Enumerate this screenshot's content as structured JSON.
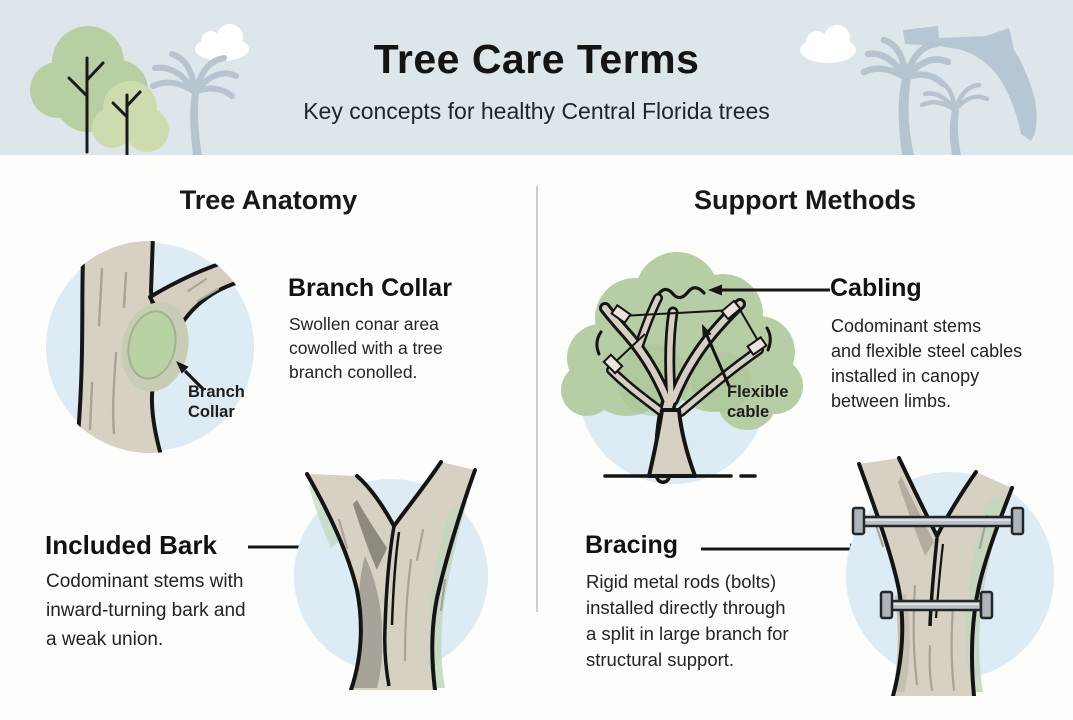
{
  "header": {
    "title": "Tree Care Terms",
    "subtitle": "Key concepts for healthy Central Florida trees"
  },
  "anatomy": {
    "heading": "Tree Anatomy",
    "branch_collar": {
      "term": "Branch Collar",
      "description": "Swollen conar area\ncowolled with a tree\nbranch conolled.",
      "callout": "Branch\nCollar"
    },
    "included_bark": {
      "term": "Included Bark",
      "description": "Codominant stems with\ninward-turning bark and\na weak union."
    }
  },
  "support": {
    "heading": "Support Methods",
    "cabling": {
      "term": "Cabling",
      "description": "Codominant stems\nand flexible steel cables\ninstalled in canopy\nbetween limbs.",
      "callout": "Flexible\ncable"
    },
    "bracing": {
      "term": "Bracing",
      "description": "Rigid metal rods (bolts)\ninstalled directly through\na split in large branch for\nstructural support."
    }
  },
  "icons": {
    "header_left": [
      "tree-icon",
      "small-tree-icon",
      "cloud-icon",
      "palm-tree-icon"
    ],
    "header_right": [
      "cloud-icon",
      "palm-tree-icon",
      "small-palm-tree-icon",
      "florida-state-icon"
    ],
    "figures": [
      "branch-collar-diagram",
      "included-bark-diagram",
      "cabling-diagram",
      "bracing-diagram"
    ],
    "arrows": [
      "arrow-icon"
    ]
  },
  "colors": {
    "header_bg": "#dde6ea",
    "body_bg": "#fdfdfb",
    "circle_bg": "#dcebf4",
    "canopy_green": "#b6cda5",
    "collar_green": "#b8d2a3",
    "trunk_beige": "#d6d1c2",
    "included_bark_gray": "#a8a399",
    "silhouette_blue": "#b7c6d3",
    "outline_black": "#141414",
    "divider_gray": "#cbcfcf"
  }
}
